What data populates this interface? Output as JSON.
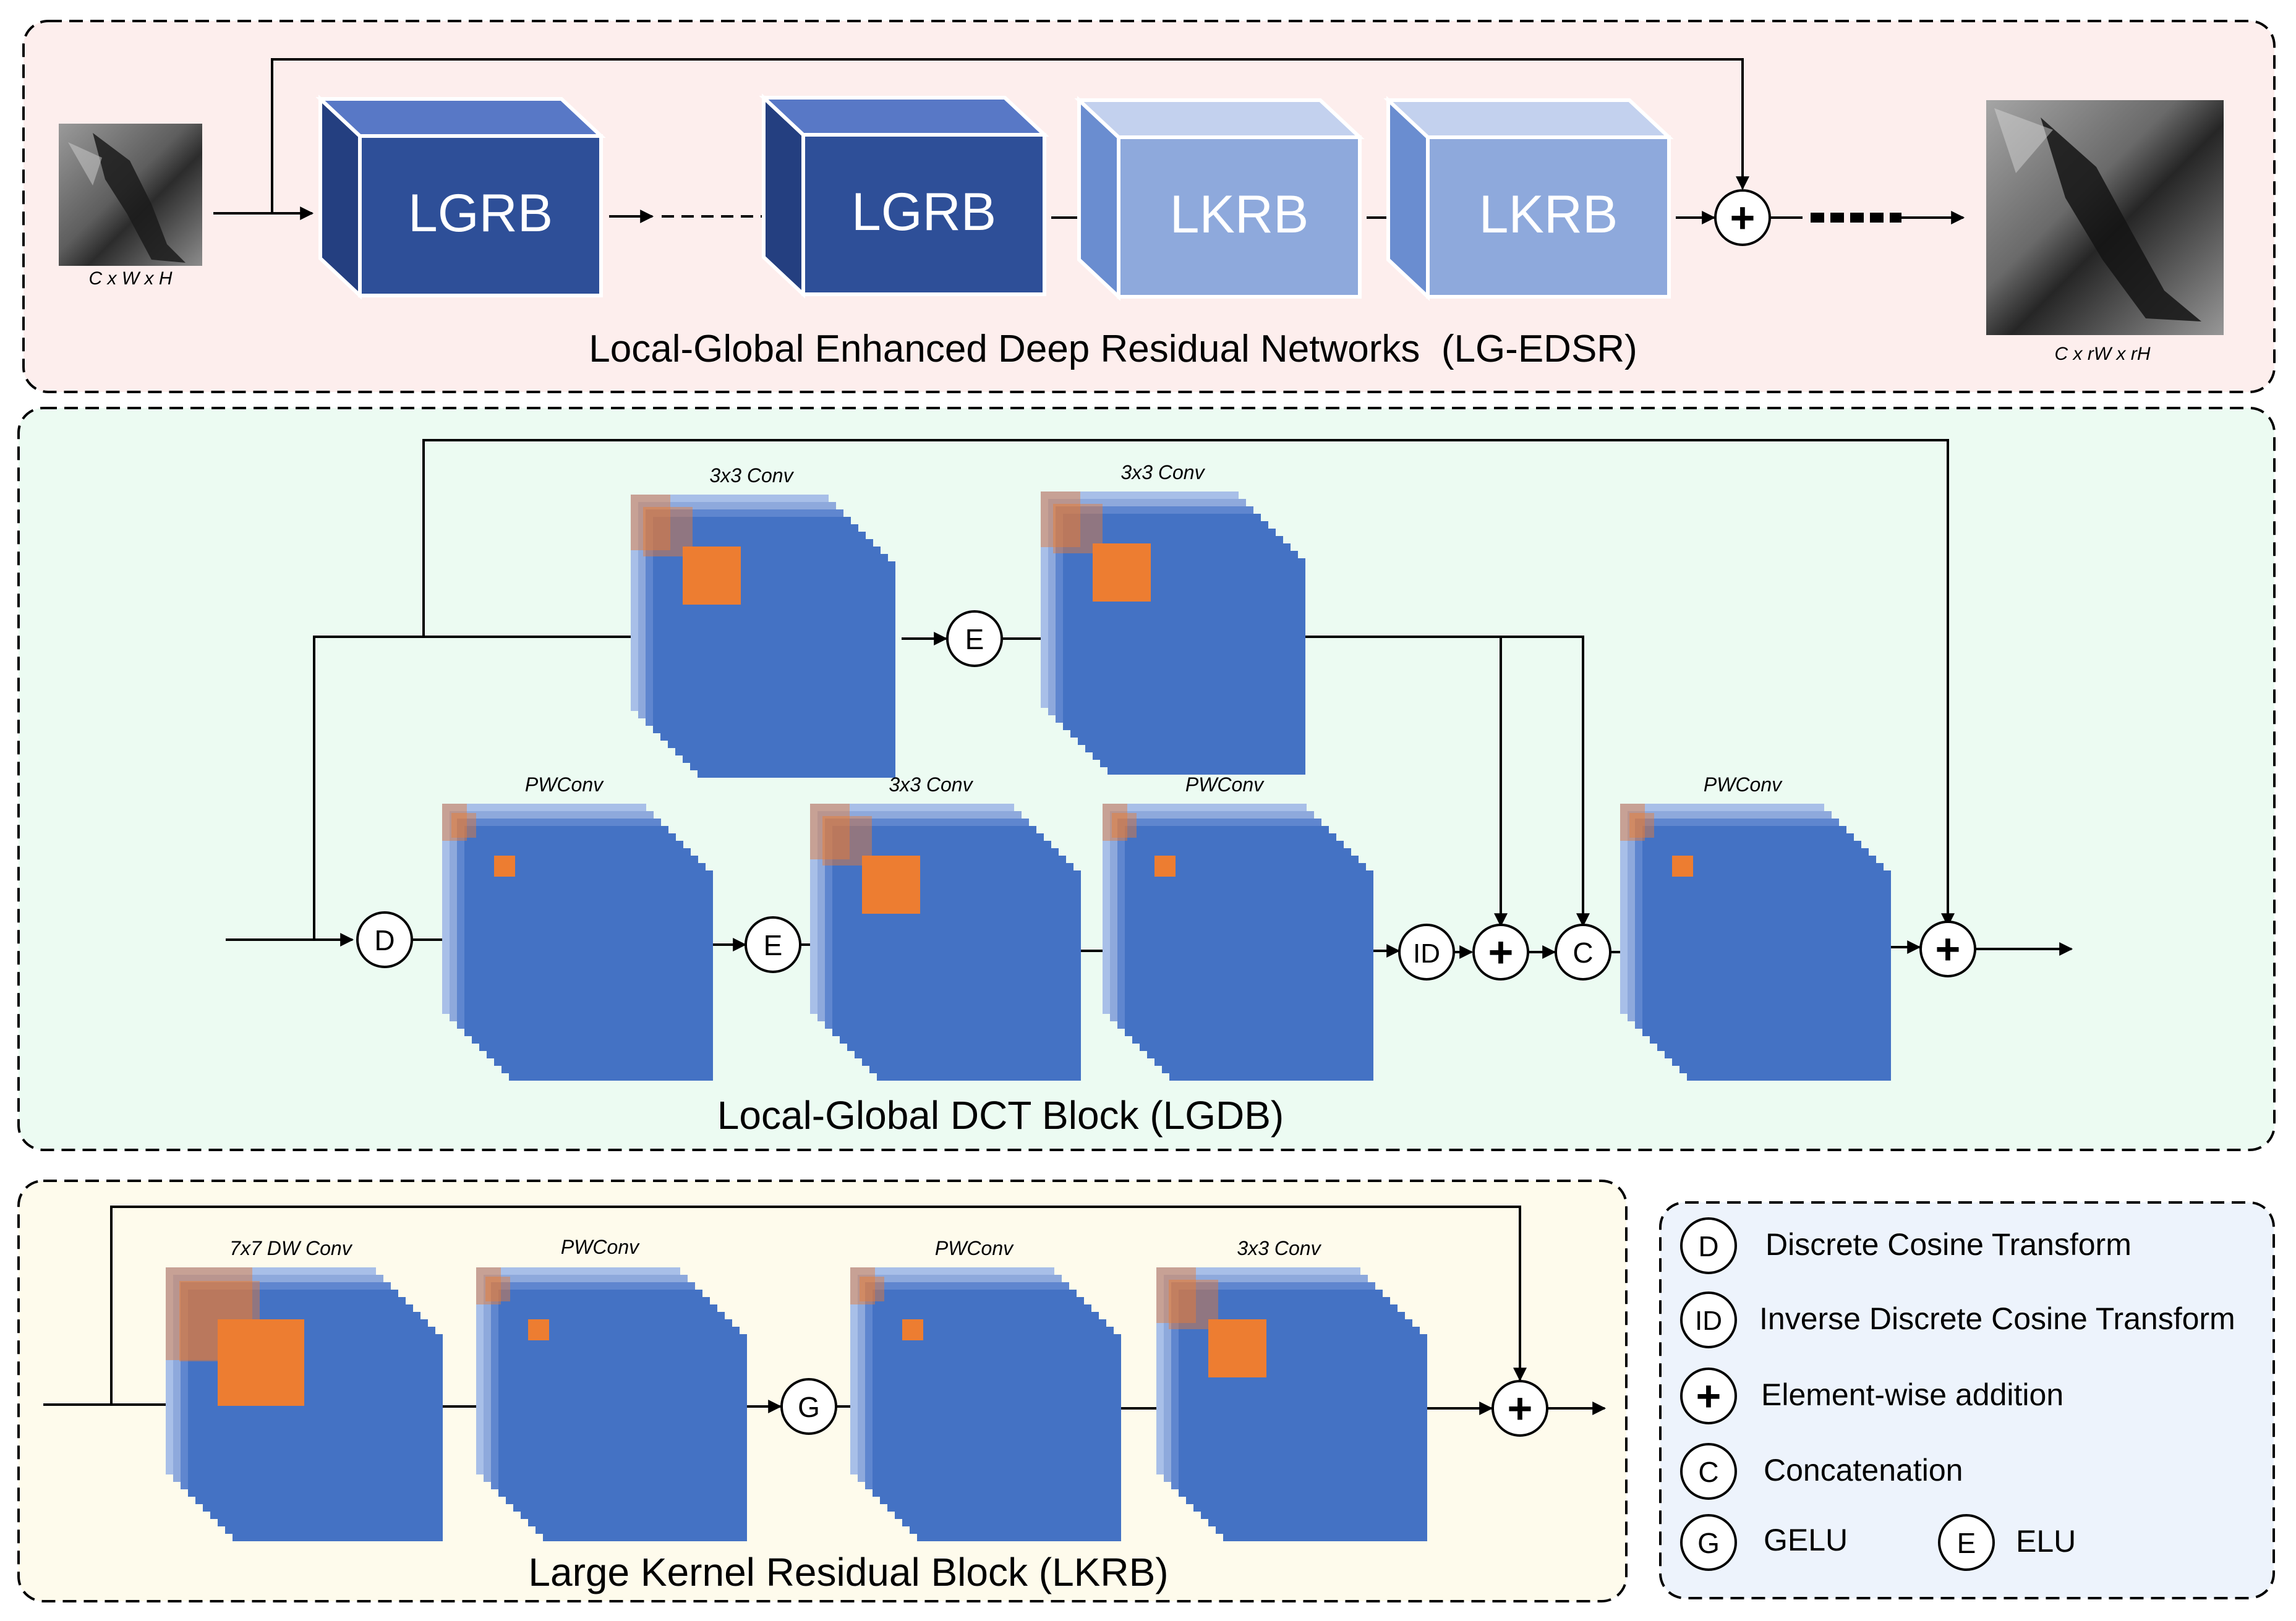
{
  "colors": {
    "pink_panel": "#fdeeed",
    "green_panel": "#ecfbf2",
    "yellow_panel": "#fefbec",
    "blue_panel": "#edf3fc",
    "dark_block": "#2e4f98",
    "light_block": "#8ea9dc",
    "cube_blue": "#4472c4",
    "kernel_orange": "#ed7d31"
  },
  "top": {
    "title": "Local-Global Enhanced Deep Residual Networks  (LG-EDSR)",
    "input_caption": "C x W x H",
    "output_caption": "C x rW x rH",
    "blocks": [
      "LGRB",
      "LGRB",
      "LKRB",
      "LKRB"
    ],
    "add_symbol": "+"
  },
  "middle": {
    "title": "Local-Global DCT Block (LGDB)",
    "labels": {
      "top1": "3x3 Conv",
      "top2": "3x3 Conv",
      "bot1": "PWConv",
      "bot2": "3x3 Conv",
      "bot3": "PWConv",
      "bot4": "PWConv"
    },
    "ops": {
      "D": "D",
      "E": "E",
      "ID": "ID",
      "add": "+",
      "C": "C"
    }
  },
  "bottom": {
    "title": "Large Kernel Residual Block (LKRB)",
    "labels": [
      "7x7 DW Conv",
      "PWConv",
      "PWConv",
      "3x3 Conv"
    ],
    "ops": {
      "G": "G",
      "add": "+"
    }
  },
  "legend": {
    "items": [
      {
        "symbol": "D",
        "text": "Discrete Cosine Transform"
      },
      {
        "symbol": "ID",
        "text": "Inverse Discrete Cosine Transform"
      },
      {
        "symbol": "+",
        "text": "Element-wise addition"
      },
      {
        "symbol": "C",
        "text": "Concatenation"
      }
    ],
    "g": {
      "symbol": "G",
      "text": "GELU"
    },
    "e": {
      "symbol": "E",
      "text": "ELU"
    }
  }
}
